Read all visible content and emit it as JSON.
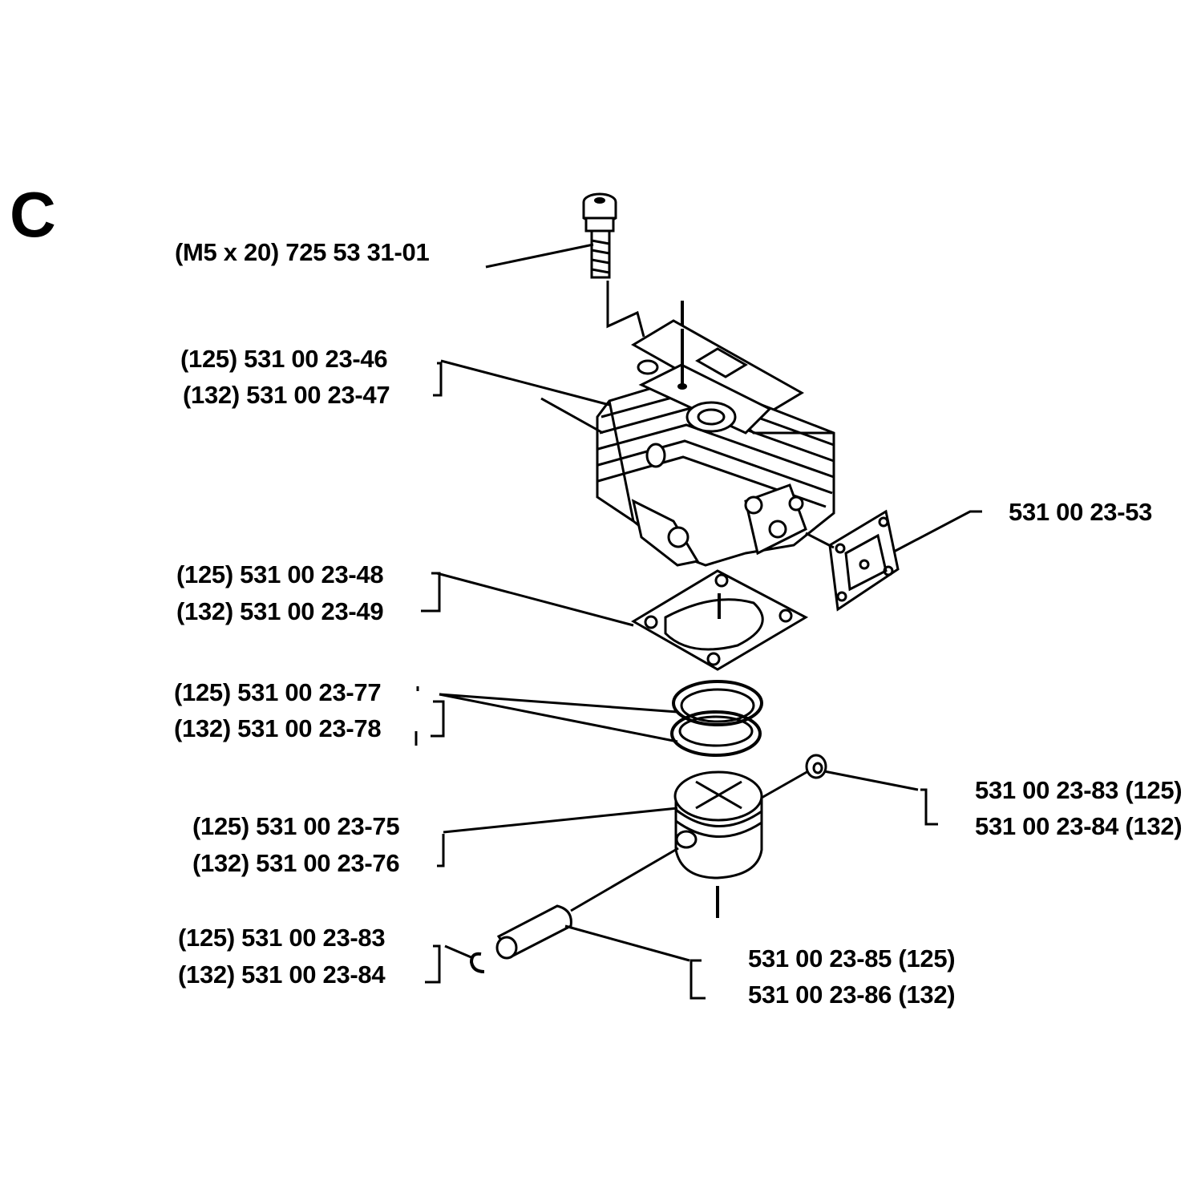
{
  "section_letter": "C",
  "callouts": {
    "screw": "(M5 x 20) 725 53 31-01",
    "cylinder_125": "(125) 531 00 23-46",
    "cylinder_132": "(132) 531 00 23-47",
    "exhaust_gasket": "531 00 23-53",
    "base_gasket_125": "(125) 531 00 23-48",
    "base_gasket_132": "(132) 531 00 23-49",
    "piston_ring_125": "(125) 531 00 23-77",
    "piston_ring_132": "(132) 531 00 23-78",
    "circlip_right_125": "531 00 23-83 (125)",
    "circlip_right_132": "531 00 23-84 (132)",
    "piston_125": "(125) 531 00 23-75",
    "piston_132": "(132) 531 00 23-76",
    "circlip_left_125": "(125) 531 00 23-83",
    "circlip_left_132": "(132) 531 00 23-84",
    "piston_pin_125": "531 00 23-85 (125)",
    "piston_pin_132": "531 00 23-86 (132)"
  }
}
